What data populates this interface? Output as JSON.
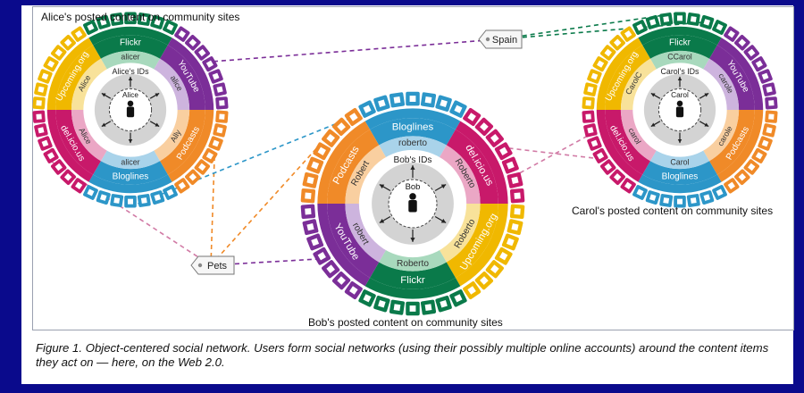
{
  "labels": {
    "alice_panel": "Alice's posted content on community sites",
    "bob_panel": "Bob's posted content on community sites",
    "carol_panel": "Carol's posted content on community sites"
  },
  "tags": {
    "spain": "Spain",
    "pets": "Pets"
  },
  "caption": "Figure 1. Object-centered social network. Users form social networks (using their possibly multiple online accounts) around the content items they act on — here, on the Web 2.0.",
  "users": {
    "alice": {
      "name": "Alice",
      "ids_label": "Alice's IDs",
      "sites": [
        {
          "name": "Flickr",
          "account": "alicer",
          "color": "#0a7a4a",
          "pale": "#a8d9bd"
        },
        {
          "name": "YouTube",
          "account": "alice",
          "color": "#7b2e98",
          "pale": "#cdb4de"
        },
        {
          "name": "Podcasts",
          "account": "Ally",
          "color": "#f08a28",
          "pale": "#f9cfa0"
        },
        {
          "name": "Bloglines",
          "account": "alicer",
          "color": "#2c96c8",
          "pale": "#a9d3ea"
        },
        {
          "name": "del.icio.us",
          "account": "Alice",
          "color": "#c8196a",
          "pale": "#eba7c5"
        },
        {
          "name": "Upcoming.org",
          "account": "Alice",
          "color": "#f0b800",
          "pale": "#f8e29a"
        }
      ]
    },
    "bob": {
      "name": "Bob",
      "ids_label": "Bob's IDs",
      "sites": [
        {
          "name": "Bloglines",
          "account": "roberto",
          "color": "#2c96c8",
          "pale": "#a9d3ea"
        },
        {
          "name": "del.icio.us",
          "account": "Roberto",
          "color": "#c8196a",
          "pale": "#eba7c5"
        },
        {
          "name": "Upcoming.org",
          "account": "Roberto",
          "color": "#f0b800",
          "pale": "#f8e29a"
        },
        {
          "name": "Flickr",
          "account": "Roberto",
          "color": "#0a7a4a",
          "pale": "#a8d9bd"
        },
        {
          "name": "YouTube",
          "account": "robert",
          "color": "#7b2e98",
          "pale": "#cdb4de"
        },
        {
          "name": "Podcasts",
          "account": "Robert",
          "color": "#f08a28",
          "pale": "#f9cfa0"
        }
      ]
    },
    "carol": {
      "name": "Carol",
      "ids_label": "Carol's IDs",
      "sites": [
        {
          "name": "Flickr",
          "account": "CCarol",
          "color": "#0a7a4a",
          "pale": "#a8d9bd"
        },
        {
          "name": "YouTube",
          "account": "carole",
          "color": "#7b2e98",
          "pale": "#cdb4de"
        },
        {
          "name": "Podcasts",
          "account": "carole",
          "color": "#f08a28",
          "pale": "#f9cfa0"
        },
        {
          "name": "Bloglines",
          "account": "Carol",
          "color": "#2c96c8",
          "pale": "#a9d3ea"
        },
        {
          "name": "del.icio.us",
          "account": "carol",
          "color": "#c8196a",
          "pale": "#eba7c5"
        },
        {
          "name": "Upcoming.org",
          "account": "CarolC",
          "color": "#f0b800",
          "pale": "#f8e29a"
        }
      ]
    }
  },
  "links": [
    {
      "from": "tag-spain",
      "to": "alice-youtube",
      "color": "#7b2e98"
    },
    {
      "from": "tag-spain",
      "to": "carol-flickr",
      "color": "#0a7a4a"
    },
    {
      "from": "tag-spain",
      "to": "carol-flickr2",
      "color": "#0a7a4a"
    },
    {
      "from": "tag-pets",
      "to": "alice-delicious",
      "color": "#d17aa5"
    },
    {
      "from": "tag-pets",
      "to": "alice-podcasts",
      "color": "#f08a28"
    },
    {
      "from": "tag-pets",
      "to": "bob-podcasts",
      "color": "#f08a28"
    },
    {
      "from": "tag-pets",
      "to": "bob-youtube",
      "color": "#7b2e98"
    },
    {
      "from": "alice-bloglines",
      "to": "bob-bloglines",
      "color": "#2c96c8"
    },
    {
      "from": "bob-upcoming",
      "to": "carol-upcoming",
      "color": "#f0b800"
    },
    {
      "from": "bob-upcoming2",
      "to": "carol-upcoming2",
      "color": "#f0b800"
    },
    {
      "from": "bob-delicious",
      "to": "carol-delicious",
      "color": "#d17aa5"
    },
    {
      "from": "bob-delicious2",
      "to": "carol-delicious2",
      "color": "#d17aa5"
    }
  ]
}
